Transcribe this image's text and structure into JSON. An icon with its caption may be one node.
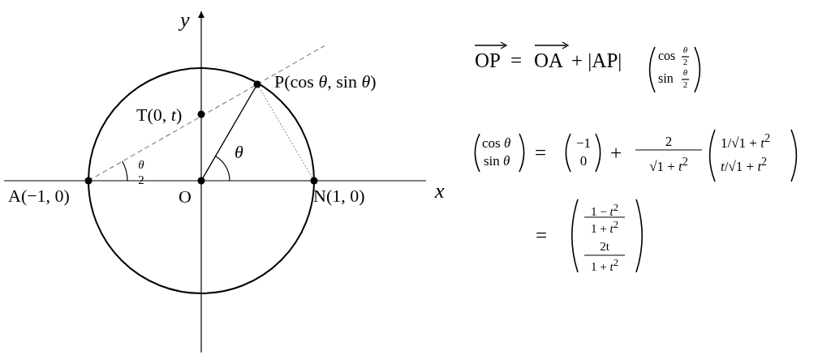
{
  "diagram": {
    "labels": [
      "*y*",
      "P(cos *θ*, sin *θ*)",
      "T(0, *t*)",
      "*θ*",
      "2",
      "*θ*",
      "A(−1, 0)",
      "O",
      "N(1, 0)",
      "*x*",
      "OP",
      "=",
      "OA",
      "+ |AP|",
      "cos",
      "*θ*",
      "2",
      "sin",
      "*θ*",
      "2",
      "cos *θ*",
      "sin *θ*",
      "=",
      "−1",
      "0",
      "+",
      "2",
      "√1 + *t*$^{2}$",
      "1/√1 + *t*$^{2}$",
      "*t*/√1 + *t*$^{2}$",
      "=",
      "1 − *t*$^{2}$",
      "1 + *t*$^{2}$",
      "2t",
      "1 + *t*$^{2}$"
    ]
  }
}
